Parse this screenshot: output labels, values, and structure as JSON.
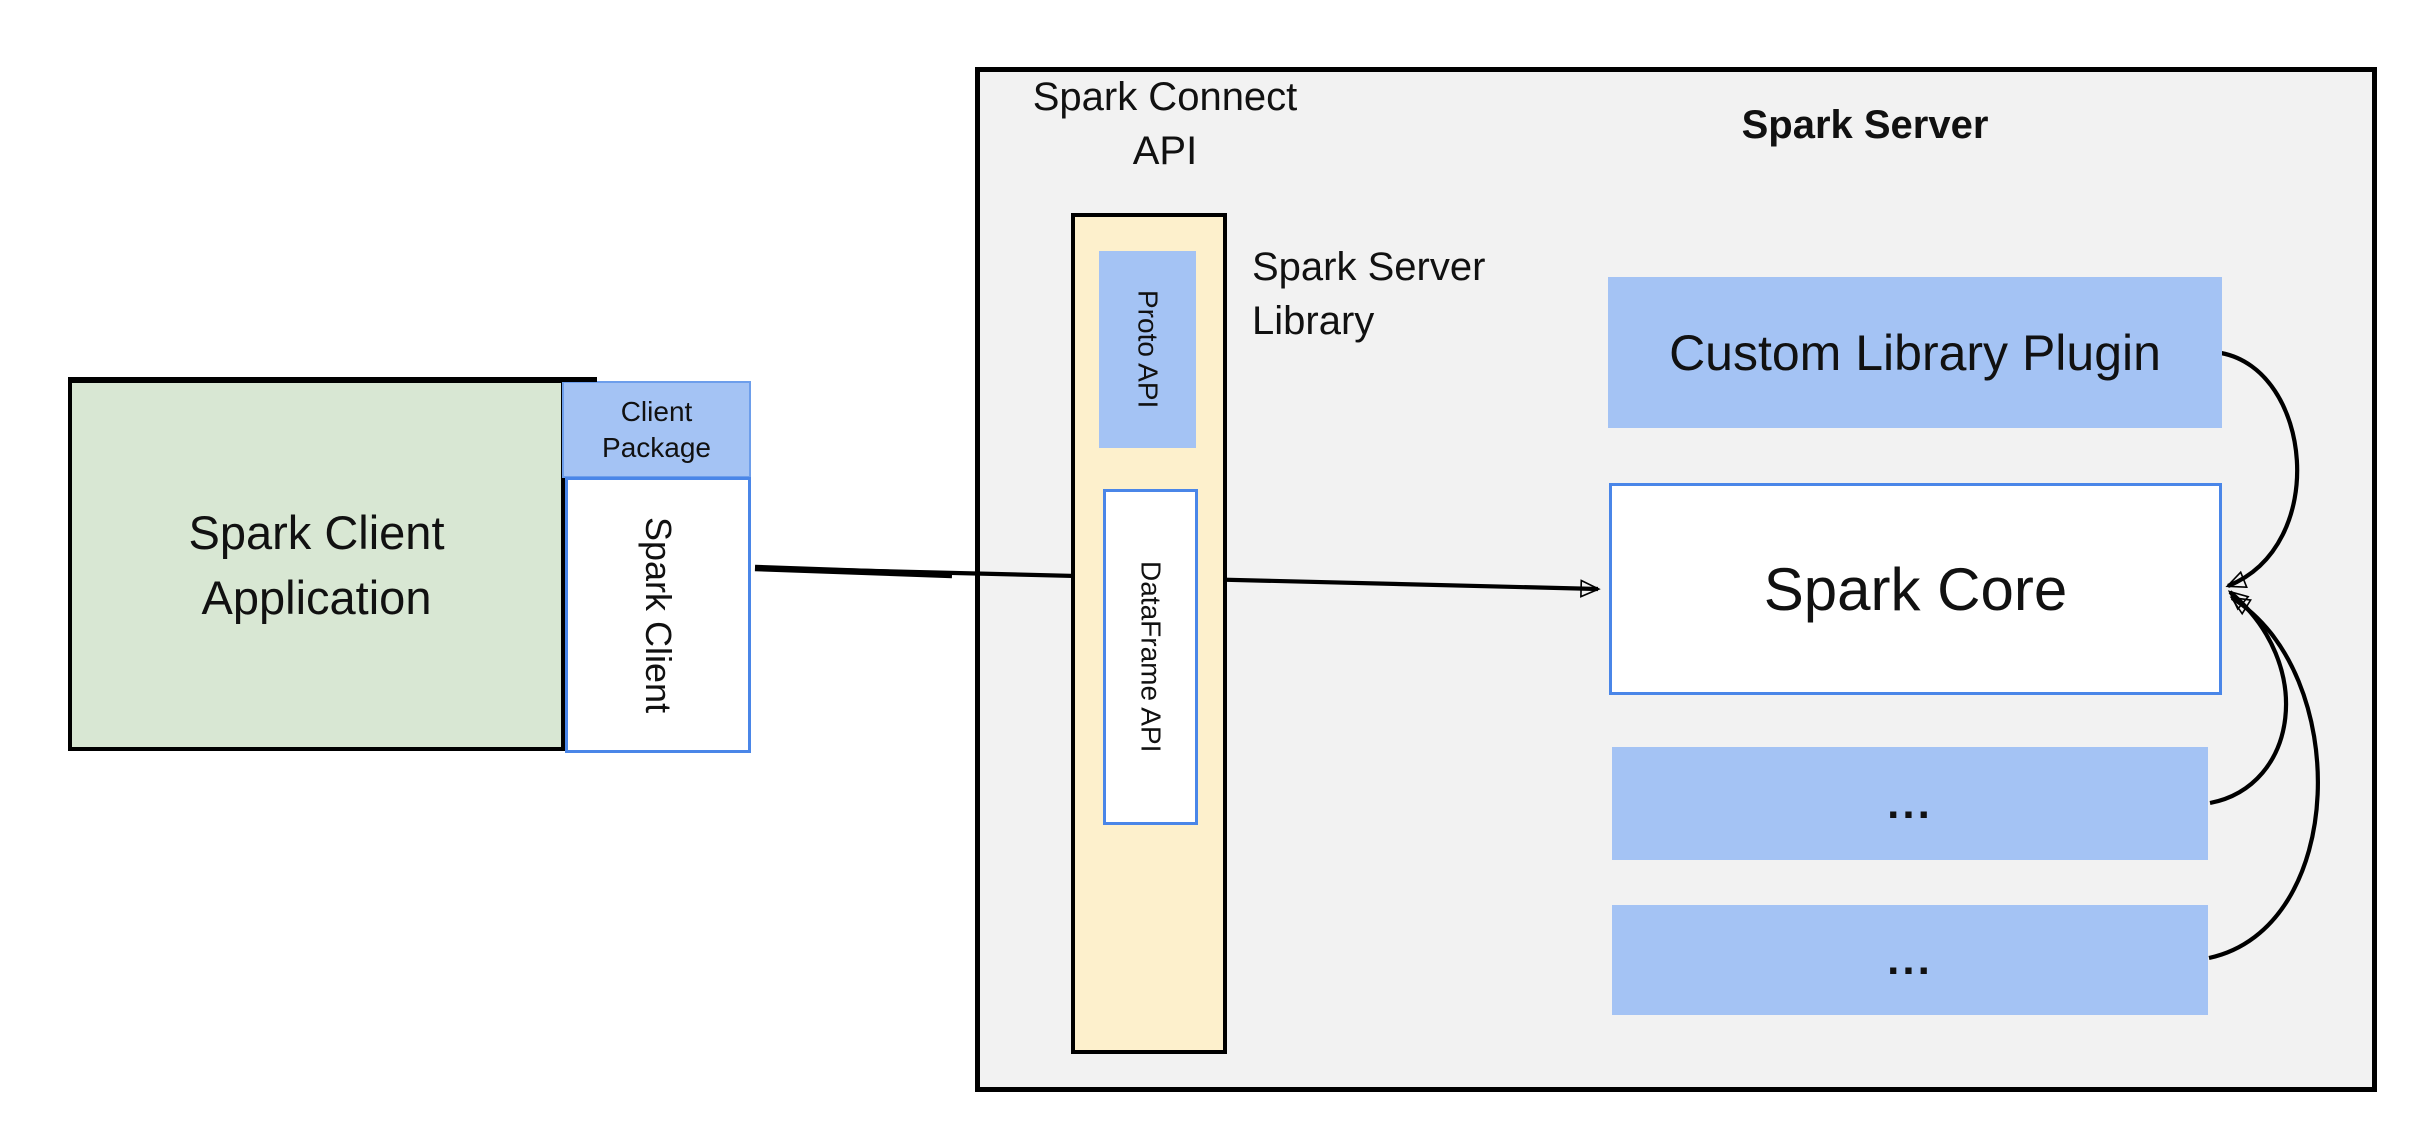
{
  "colors": {
    "green_fill": "#d8e7d3",
    "blue_fill": "#a4c3f4",
    "blue_border": "#4a86e8",
    "package_border": "#6d9eeb",
    "yellow_fill": "#fdf0cc",
    "gray_fill": "#f2f2f2",
    "line_color": "#000000",
    "text_color": "#111111"
  },
  "client": {
    "app_line1": "Spark Client",
    "app_line2": "Application",
    "package_line1": "Client",
    "package_line2": "Package",
    "spark_client": "Spark Client"
  },
  "connect_api": {
    "label_line1": "Spark Connect",
    "label_line2": "API",
    "proto_api": "Proto API",
    "dataframe_api": "DataFrame API",
    "library_line1": "Spark Server",
    "library_line2": "Library"
  },
  "server": {
    "title": "Spark Server",
    "plugin": "Custom Library Plugin",
    "core": "Spark Core",
    "ellipsis_1": "...",
    "ellipsis_2": "..."
  }
}
